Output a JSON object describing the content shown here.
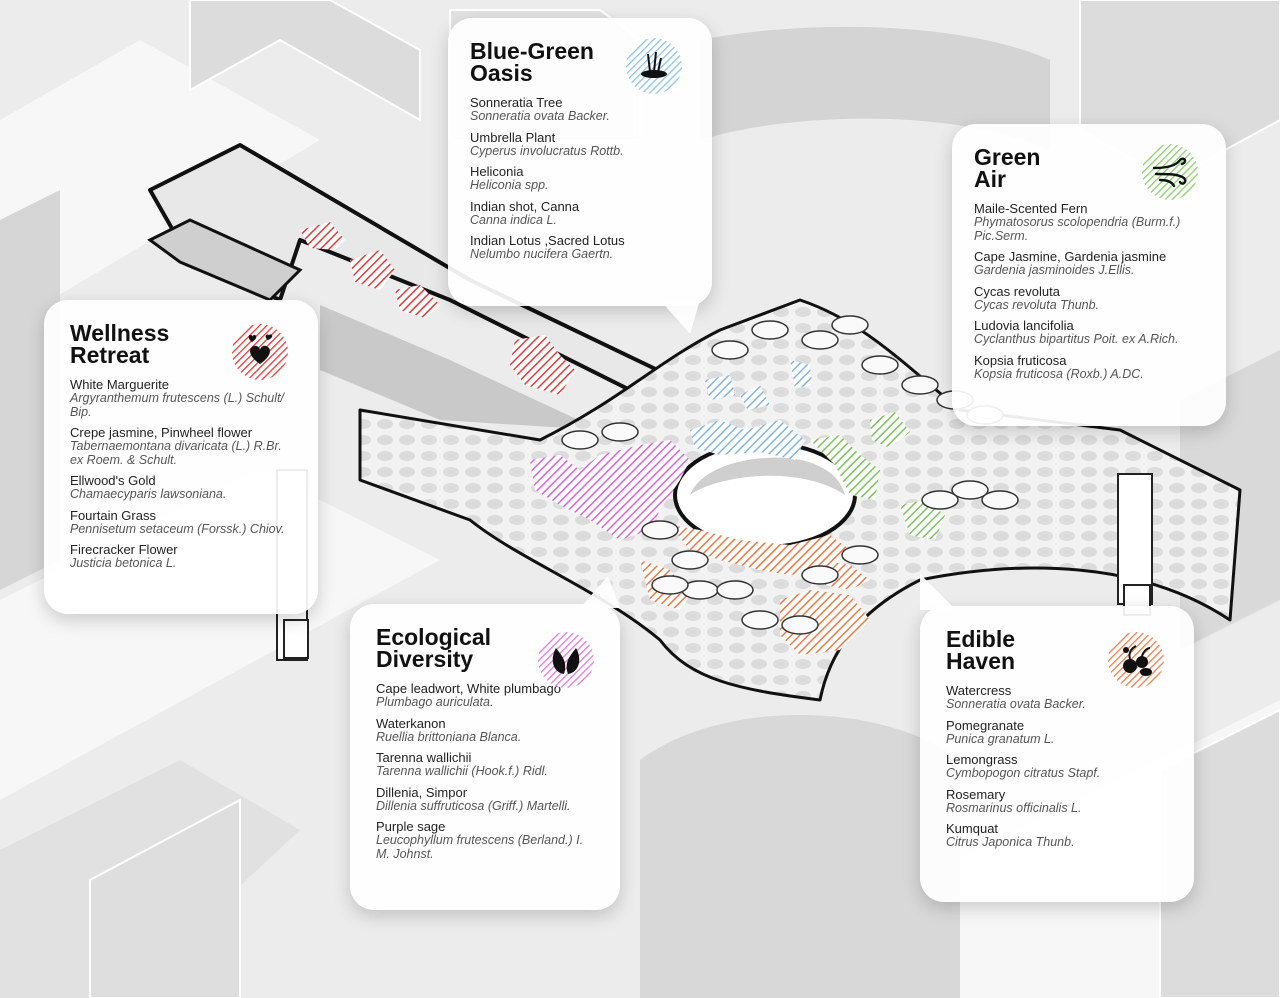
{
  "colors": {
    "blue": "#8ec3e6",
    "green": "#8ccf6a",
    "red": "#e23a3a",
    "magenta": "#e079e0",
    "orange": "#ee7f4a",
    "background": "#ececec",
    "building": "#d6d6d6"
  },
  "cards": [
    {
      "id": "blue-green-oasis",
      "title": "Blue-Green\nOasis",
      "accent": "#8ec3e6",
      "icon": "water-plant-icon",
      "plants": [
        {
          "common": "Sonneratia Tree",
          "scientific": "Sonneratia ovata Backer."
        },
        {
          "common": "Umbrella Plant",
          "scientific": "Cyperus involucratus Rottb."
        },
        {
          "common": "Heliconia",
          "scientific": "Heliconia spp."
        },
        {
          "common": "Indian shot, Canna",
          "scientific": "Canna indica  L."
        },
        {
          "common": "Indian Lotus ,Sacred Lotus",
          "scientific": "Nelumbo nucifera Gaertn."
        }
      ]
    },
    {
      "id": "green-air",
      "title": "Green\nAir",
      "accent": "#8ccf6a",
      "icon": "wind-icon",
      "plants": [
        {
          "common": "Maile-Scented Fern",
          "scientific": "Phymatosorus scolopendria (Burm.f.) Pic.Serm."
        },
        {
          "common": "Cape Jasmine, Gardenia jasmine",
          "scientific": "Gardenia jasminoides J.Ellis."
        },
        {
          "common": "Cycas revoluta",
          "scientific": "Cycas revoluta Thunb."
        },
        {
          "common": "Ludovia lancifolia",
          "scientific": "Cyclanthus bipartitus Poit. ex A.Rich."
        },
        {
          "common": "Kopsia fruticosa",
          "scientific": "Kopsia fruticosa (Roxb.) A.DC."
        }
      ]
    },
    {
      "id": "wellness-retreat",
      "title": "Wellness\nRetreat",
      "accent": "#e23a3a",
      "icon": "hearts-icon",
      "plants": [
        {
          "common": "White Marguerite",
          "scientific": "Argyranthemum frutescens (L.) Schult/ Bip."
        },
        {
          "common": "Crepe jasmine,  Pinwheel flower",
          "scientific": "Tabernaemontana divaricata (L.) R.Br. ex Roem. & Schult."
        },
        {
          "common": "Ellwood's Gold",
          "scientific": "Chamaecyparis lawsoniana."
        },
        {
          "common": "Fourtain Grass",
          "scientific": "Pennisetum setaceum (Forssk.) Chiov."
        },
        {
          "common": "Firecracker Flower",
          "scientific": "Justicia betonica L."
        }
      ]
    },
    {
      "id": "ecological-diversity",
      "title": "Ecological\nDiversity",
      "accent": "#e079e0",
      "icon": "leaves-icon",
      "plants": [
        {
          "common": "Cape leadwort, White plumbago",
          "scientific": "Plumbago auriculata."
        },
        {
          "common": "Waterkanon",
          "scientific": "Ruellia brittoniana Blanca."
        },
        {
          "common": "Tarenna wallichii",
          "scientific": "Tarenna wallichii (Hook.f.) Ridl."
        },
        {
          "common": "Dillenia, Simpor",
          "scientific": "Dillenia suffruticosa (Griff.) Martelli."
        },
        {
          "common": "Purple sage",
          "scientific": "Leucophyllum frutescens (Berland.) I. M. Johnst."
        }
      ]
    },
    {
      "id": "edible-haven",
      "title": "Edible\nHaven",
      "accent": "#ee7f4a",
      "icon": "produce-icon",
      "plants": [
        {
          "common": "Watercress",
          "scientific": "Sonneratia ovata Backer."
        },
        {
          "common": "Pomegranate",
          "scientific": "Punica granatum L."
        },
        {
          "common": "Lemongrass",
          "scientific": "Cymbopogon citratus Stapf."
        },
        {
          "common": "Rosemary",
          "scientific": "Rosmarinus officinalis L."
        },
        {
          "common": "Kumquat",
          "scientific": "Citrus Japonica Thunb."
        }
      ]
    }
  ]
}
